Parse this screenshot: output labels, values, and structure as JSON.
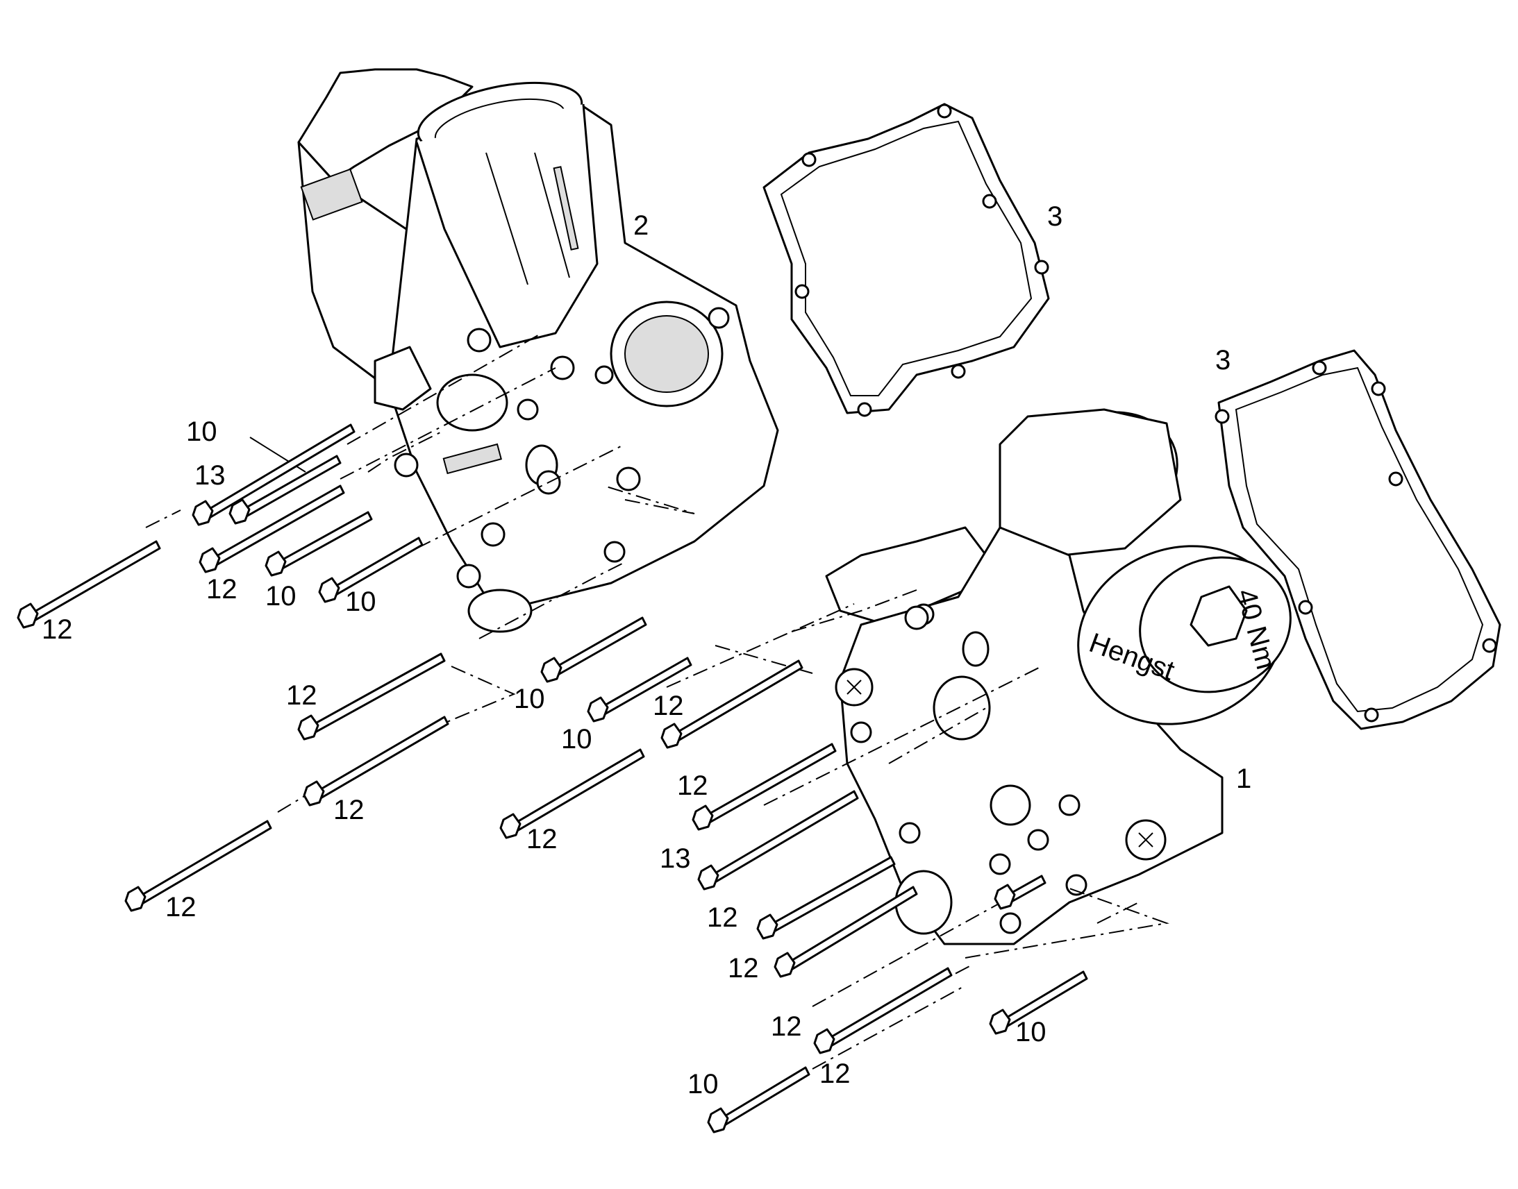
{
  "diagram": {
    "callouts": {
      "c1": "1",
      "c2": "2",
      "c3a": "3",
      "c3b": "3",
      "bolt_labels": [
        "10",
        "13",
        "12",
        "10",
        "10",
        "12",
        "12",
        "10",
        "10",
        "12",
        "12",
        "12",
        "12",
        "12",
        "13",
        "12",
        "12",
        "12",
        "10",
        "10",
        "12"
      ]
    },
    "logo_text": "Hengst",
    "cap_marking": "40 Nm"
  }
}
